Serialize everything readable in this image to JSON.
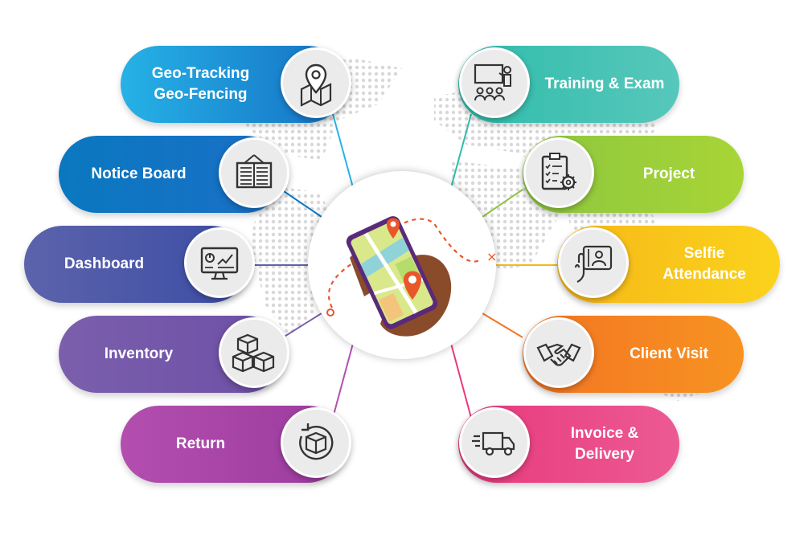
{
  "colors": {
    "gray_disc": "#ebebeb",
    "icon_stroke": "#333333",
    "map_dots": "#d8d8d8"
  },
  "center_icon": "hand-holding-phone-with-map-pins-icon",
  "features": [
    {
      "id": "geo-tracking",
      "lines": [
        "Geo-Tracking",
        "Geo-Fencing"
      ],
      "icon": "map-pin-icon",
      "colors": [
        "#26b2e6",
        "#1470c4"
      ]
    },
    {
      "id": "notice-board",
      "lines": [
        "Notice Board"
      ],
      "icon": "notice-board-icon",
      "colors": [
        "#0a78c0",
        "#1a6fc6"
      ]
    },
    {
      "id": "dashboard",
      "lines": [
        "Dashboard"
      ],
      "icon": "monitor-chart-icon",
      "colors": [
        "#5b63ab",
        "#3c4da5"
      ]
    },
    {
      "id": "inventory",
      "lines": [
        "Inventory"
      ],
      "icon": "boxes-icon",
      "colors": [
        "#7b5fad",
        "#6d4fa5"
      ]
    },
    {
      "id": "return",
      "lines": [
        "Return"
      ],
      "icon": "box-return-icon",
      "colors": [
        "#b34eaf",
        "#9b3b9e"
      ]
    },
    {
      "id": "training-exam",
      "lines": [
        "Training & Exam"
      ],
      "icon": "presentation-icon",
      "colors": [
        "#2fbcab",
        "#57c7bb"
      ]
    },
    {
      "id": "project",
      "lines": [
        "Project"
      ],
      "icon": "clipboard-gear-icon",
      "colors": [
        "#8cc63f",
        "#a8d536"
      ]
    },
    {
      "id": "selfie-attendance",
      "lines": [
        "Selfie",
        "Attendance"
      ],
      "icon": "selfie-phone-icon",
      "colors": [
        "#f7b718",
        "#fad31c"
      ]
    },
    {
      "id": "client-visit",
      "lines": [
        "Client Visit"
      ],
      "icon": "handshake-icon",
      "colors": [
        "#f37423",
        "#f79321"
      ]
    },
    {
      "id": "invoice-delivery",
      "lines": [
        "Invoice &",
        "Delivery"
      ],
      "icon": "delivery-truck-icon",
      "colors": [
        "#e8397d",
        "#ec5a93"
      ]
    }
  ]
}
